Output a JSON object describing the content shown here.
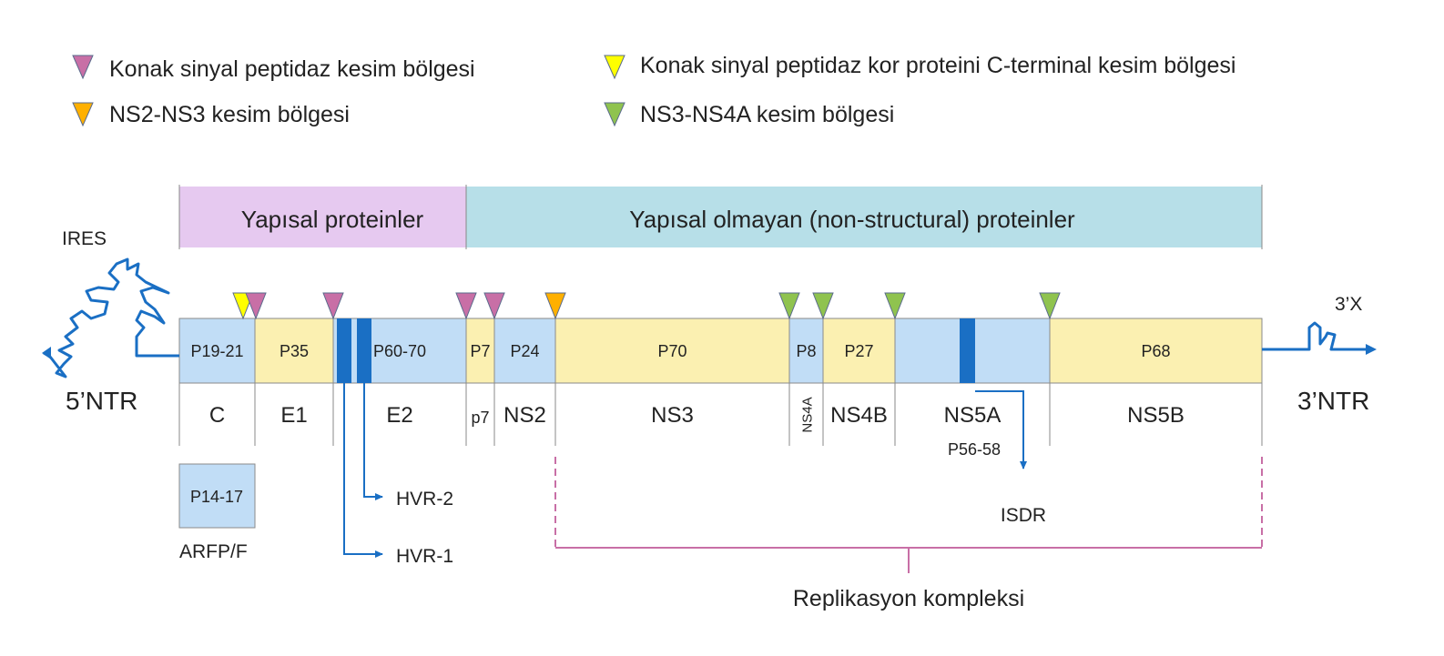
{
  "legend": [
    {
      "key": "host_sp",
      "color": "#c86fa6",
      "text": "Konak sinyal peptidaz kesim bölgesi"
    },
    {
      "key": "host_sp_core",
      "color": "#ffff00",
      "text": "Konak sinyal peptidaz kor proteini C-terminal kesim bölgesi"
    },
    {
      "key": "ns2ns3",
      "color": "#ffb000",
      "text": "NS2-NS3 kesim bölgesi"
    },
    {
      "key": "ns3ns4a",
      "color": "#8fc34f",
      "text": "NS3-NS4A kesim bölgesi"
    }
  ],
  "groups": {
    "structural": "Yapısal proteinler",
    "nonstructural": "Yapısal olmayan (non-structural) proteinler"
  },
  "colors": {
    "structural_bg": "#e6c9f0",
    "nonstructural_bg": "#b7dfe8",
    "blue_block": "#c1ddf6",
    "yellow_block": "#fbf0b1",
    "dark_blue": "#1a6fc4",
    "rna_line": "#1a6fc4",
    "bracket": "#c86fa6"
  },
  "utr": {
    "ires": "IRES",
    "five": "5’NTR",
    "three": "3’NTR",
    "three_x": "3’X"
  },
  "proteins": [
    {
      "id": "c",
      "product": "P19-21",
      "gene": "C",
      "color": "blue"
    },
    {
      "id": "e1",
      "product": "P35",
      "gene": "E1",
      "color": "yellow"
    },
    {
      "id": "e2",
      "product": "P60-70",
      "gene": "E2",
      "color": "blue"
    },
    {
      "id": "p7",
      "product": "P7",
      "gene": "p7",
      "color": "yellow"
    },
    {
      "id": "ns2",
      "product": "P24",
      "gene": "NS2",
      "color": "blue"
    },
    {
      "id": "ns3",
      "product": "P70",
      "gene": "NS3",
      "color": "yellow"
    },
    {
      "id": "ns4a",
      "product": "P8",
      "gene": "NS4A",
      "color": "blue"
    },
    {
      "id": "ns4b",
      "product": "P27",
      "gene": "NS4B",
      "color": "yellow"
    },
    {
      "id": "ns5a",
      "product": "",
      "gene": "NS5A",
      "color": "blue"
    },
    {
      "id": "ns5b",
      "product": "P68",
      "gene": "NS5B",
      "color": "yellow"
    }
  ],
  "annotations": {
    "ns5a_product": "P56-58",
    "arfp_product": "P14-17",
    "arfp": "ARFP/F",
    "hvr1": "HVR-1",
    "hvr2": "HVR-2",
    "isdr": "ISDR",
    "replication": "Replikasyon kompleksi"
  }
}
